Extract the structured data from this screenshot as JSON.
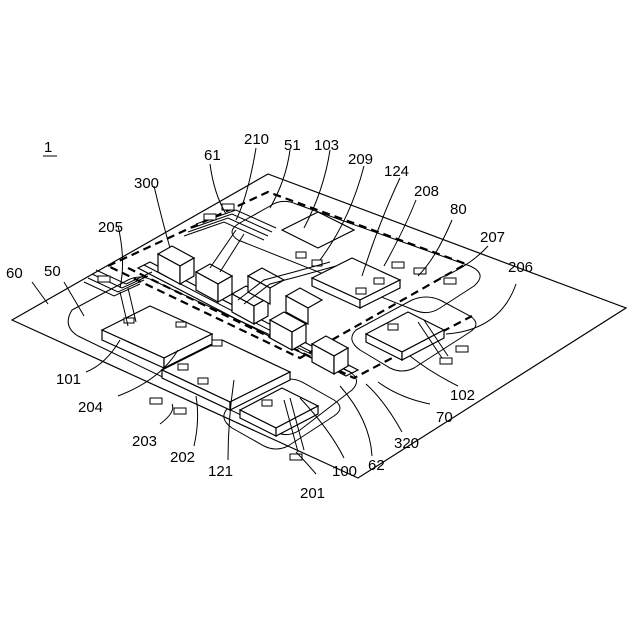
{
  "figure_label": "1",
  "labels": {
    "l60": "60",
    "l50": "50",
    "l205": "205",
    "l300": "300",
    "l61": "61",
    "l210": "210",
    "l51": "51",
    "l103": "103",
    "l209": "209",
    "l124": "124",
    "l208": "208",
    "l80": "80",
    "l207": "207",
    "l206": "206",
    "l101": "101",
    "l204": "204",
    "l203": "203",
    "l202": "202",
    "l121": "121",
    "l201": "201",
    "l100": "100",
    "l62": "62",
    "l320": "320",
    "l70": "70",
    "l102": "102"
  }
}
